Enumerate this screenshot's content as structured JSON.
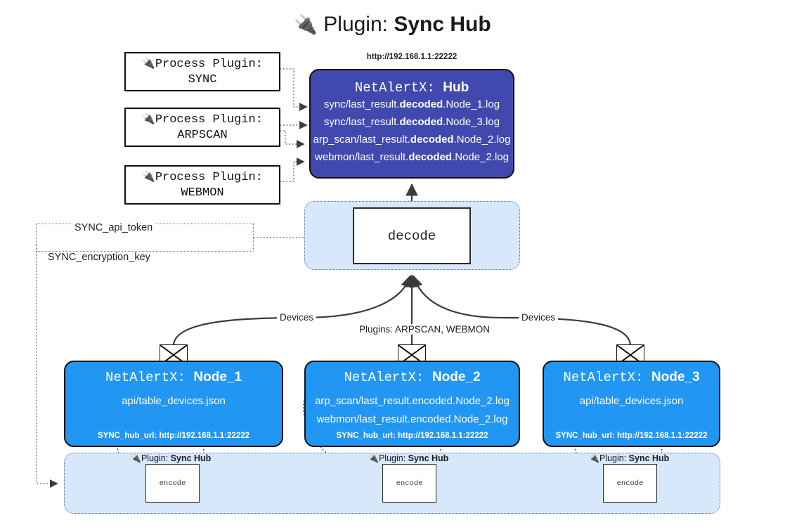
{
  "page": {
    "title_prefix": "Plugin:",
    "title_name": "Sync Hub",
    "plug_icon": "plug-icon"
  },
  "process_plugins": [
    {
      "name": "process-plugin-sync",
      "line1": "Process Plugin:",
      "line2": "SYNC"
    },
    {
      "name": "process-plugin-arpscan",
      "line1": "Process Plugin:",
      "line2": "ARPSCAN"
    },
    {
      "name": "process-plugin-webmon",
      "line1": "Process Plugin:",
      "line2": "WEBMON"
    }
  ],
  "hub": {
    "url": "http://192.168.1.1:22222",
    "title_prefix": "NetAlertX:",
    "title_name": "Hub",
    "lines": [
      {
        "pre": "sync/last_result.",
        "mid": "decoded",
        "post": ".Node_1.log"
      },
      {
        "pre": "sync/last_result.",
        "mid": "decoded",
        "post": ".Node_3.log"
      },
      {
        "pre": "arp_scan/last_result.",
        "mid": "decoded",
        "post": ".Node_2.log"
      },
      {
        "pre": "webmon/last_result.",
        "mid": "decoded",
        "post": ".Node_2.log"
      }
    ]
  },
  "decode": {
    "label": "decode"
  },
  "tokens": {
    "api_token": "SYNC_api_token",
    "encryption_key": "SYNC_encryption_key"
  },
  "edge_labels": {
    "devices_left": "Devices",
    "devices_right": "Devices",
    "plugins_center": "Plugins: ARPSCAN, WEBMON"
  },
  "nodes": [
    {
      "name": "node-1",
      "title_prefix": "NetAlertX:",
      "title_name": "Node_1",
      "lines": [
        "api/table_devices.json"
      ],
      "footer": "SYNC_hub_url: http://192.168.1.1:22222"
    },
    {
      "name": "node-2",
      "title_prefix": "NetAlertX:",
      "title_name": "Node_2",
      "lines": [
        "arp_scan/last_result.encoded.Node_2.log",
        "webmon/last_result.encoded.Node_2.log"
      ],
      "footer": "SYNC_hub_url: http://192.168.1.1:22222"
    },
    {
      "name": "node-3",
      "title_prefix": "NetAlertX:",
      "title_name": "Node_3",
      "lines": [
        "api/table_devices.json"
      ],
      "footer": "SYNC_hub_url: http://192.168.1.1:22222"
    }
  ],
  "encoders": [
    {
      "name": "encoder-1",
      "caption_prefix": "Plugin:",
      "caption_name": "Sync Hub",
      "label": "encode"
    },
    {
      "name": "encoder-2",
      "caption_prefix": "Plugin:",
      "caption_name": "Sync Hub",
      "label": "encode"
    },
    {
      "name": "encoder-3",
      "caption_prefix": "Plugin:",
      "caption_name": "Sync Hub",
      "label": "encode"
    }
  ],
  "colors": {
    "hub_fill": "#4149ae",
    "node_fill": "#2196f3",
    "container_fill": "#d6e8fa",
    "container_stroke": "#55739a",
    "edge_stroke": "#3c3c3c",
    "box_stroke": "#111111"
  }
}
